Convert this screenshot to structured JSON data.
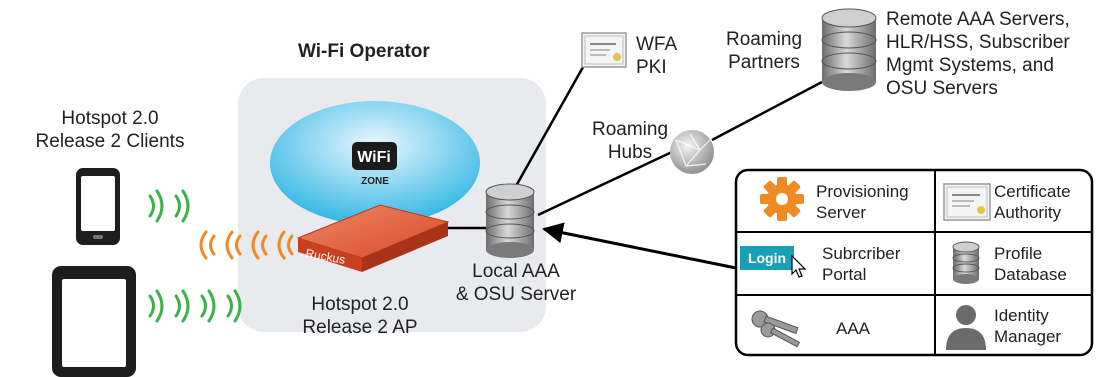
{
  "operator": {
    "title": "Wi-Fi Operator"
  },
  "clients": {
    "label": "Hotspot 2.0\nRelease 2 Clients"
  },
  "wifi_zone": {
    "logo_text": "WiFi",
    "zone_text": "ZONE"
  },
  "ap": {
    "label": "Hotspot 2.0\nRelease 2 AP",
    "brand": "Ruckus"
  },
  "aaa_local": {
    "label": "Local AAA\n& OSU Server"
  },
  "wfa": {
    "label": "WFA\nPKI"
  },
  "roaming_hubs": {
    "label": "Roaming\nHubs"
  },
  "roaming_partners": {
    "label": "Roaming\nPartners"
  },
  "remote": {
    "label": "Remote AAA Servers,\nHLR/HSS, Subscriber\nMgmt Systems, and\nOSU Servers"
  },
  "services": {
    "provisioning": "Provisioning\nServer",
    "certificate": "Certificate\nAuthority",
    "login_button": "Login",
    "portal": "Subrcriber\nPortal",
    "profile_db": "Profile\nDatabase",
    "aaa": "AAA",
    "identity": "Identity\nManager"
  },
  "colors": {
    "orange": "#f08a24",
    "green": "#3db04a",
    "teal": "#1a9fb8",
    "ap_red": "#e8583a"
  }
}
